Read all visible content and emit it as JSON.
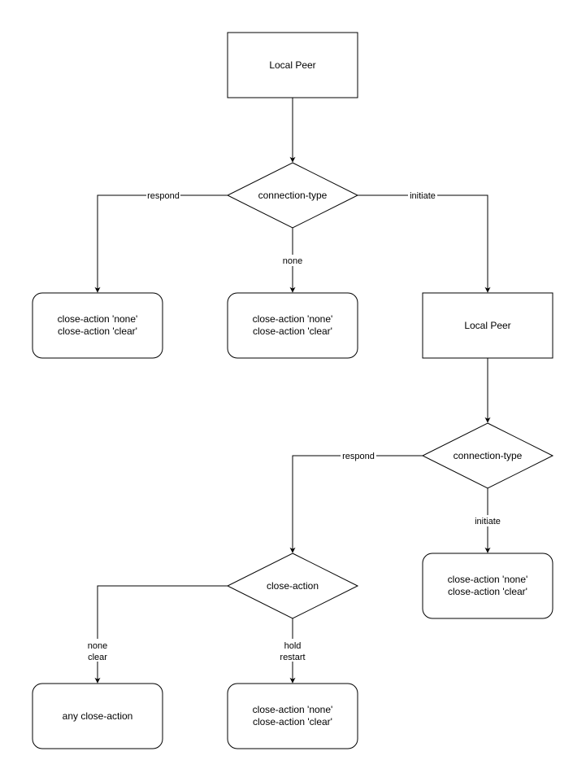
{
  "diagram": {
    "nodes": {
      "local_peer_1": {
        "label": "Local Peer"
      },
      "connection_type_1": {
        "label": "connection-type"
      },
      "result_respond_1": {
        "line1": "close-action 'none'",
        "line2": "close-action 'clear'"
      },
      "result_none_1": {
        "line1": "close-action 'none'",
        "line2": "close-action 'clear'"
      },
      "local_peer_2": {
        "label": "Local Peer"
      },
      "connection_type_2": {
        "label": "connection-type"
      },
      "result_initiate_2": {
        "line1": "close-action 'none'",
        "line2": "close-action 'clear'"
      },
      "close_action": {
        "label": "close-action"
      },
      "result_any": {
        "label": "any close-action"
      },
      "result_hold_restart": {
        "line1": "close-action 'none'",
        "line2": "close-action 'clear'"
      }
    },
    "edges": {
      "respond_1": {
        "label": "respond"
      },
      "none_1": {
        "label": "none"
      },
      "initiate_1": {
        "label": "initiate"
      },
      "respond_2": {
        "label": "respond"
      },
      "initiate_2": {
        "label": "initiate"
      },
      "none_clear": {
        "line1": "none",
        "line2": "clear"
      },
      "hold_restart": {
        "line1": "hold",
        "line2": "restart"
      }
    },
    "colors": {
      "stroke": "#000000",
      "fill": "#ffffff"
    }
  }
}
